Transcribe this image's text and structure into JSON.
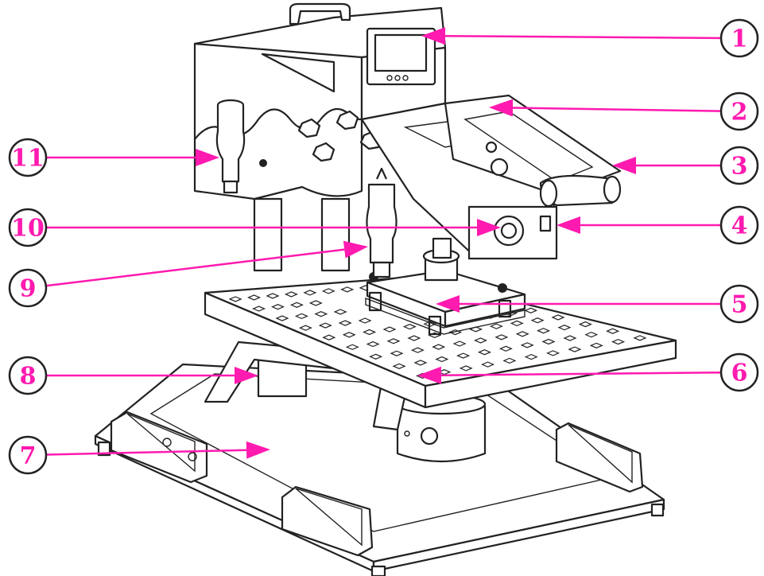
{
  "diagram": {
    "accent_color": "#ff1ab0",
    "line_color": "#222222",
    "callouts": [
      {
        "label": "1",
        "side": "right"
      },
      {
        "label": "2",
        "side": "right"
      },
      {
        "label": "3",
        "side": "right"
      },
      {
        "label": "4",
        "side": "right"
      },
      {
        "label": "5",
        "side": "right"
      },
      {
        "label": "6",
        "side": "right"
      },
      {
        "label": "7",
        "side": "left"
      },
      {
        "label": "8",
        "side": "left"
      },
      {
        "label": "9",
        "side": "left"
      },
      {
        "label": "10",
        "side": "left"
      },
      {
        "label": "11",
        "side": "left"
      }
    ]
  }
}
